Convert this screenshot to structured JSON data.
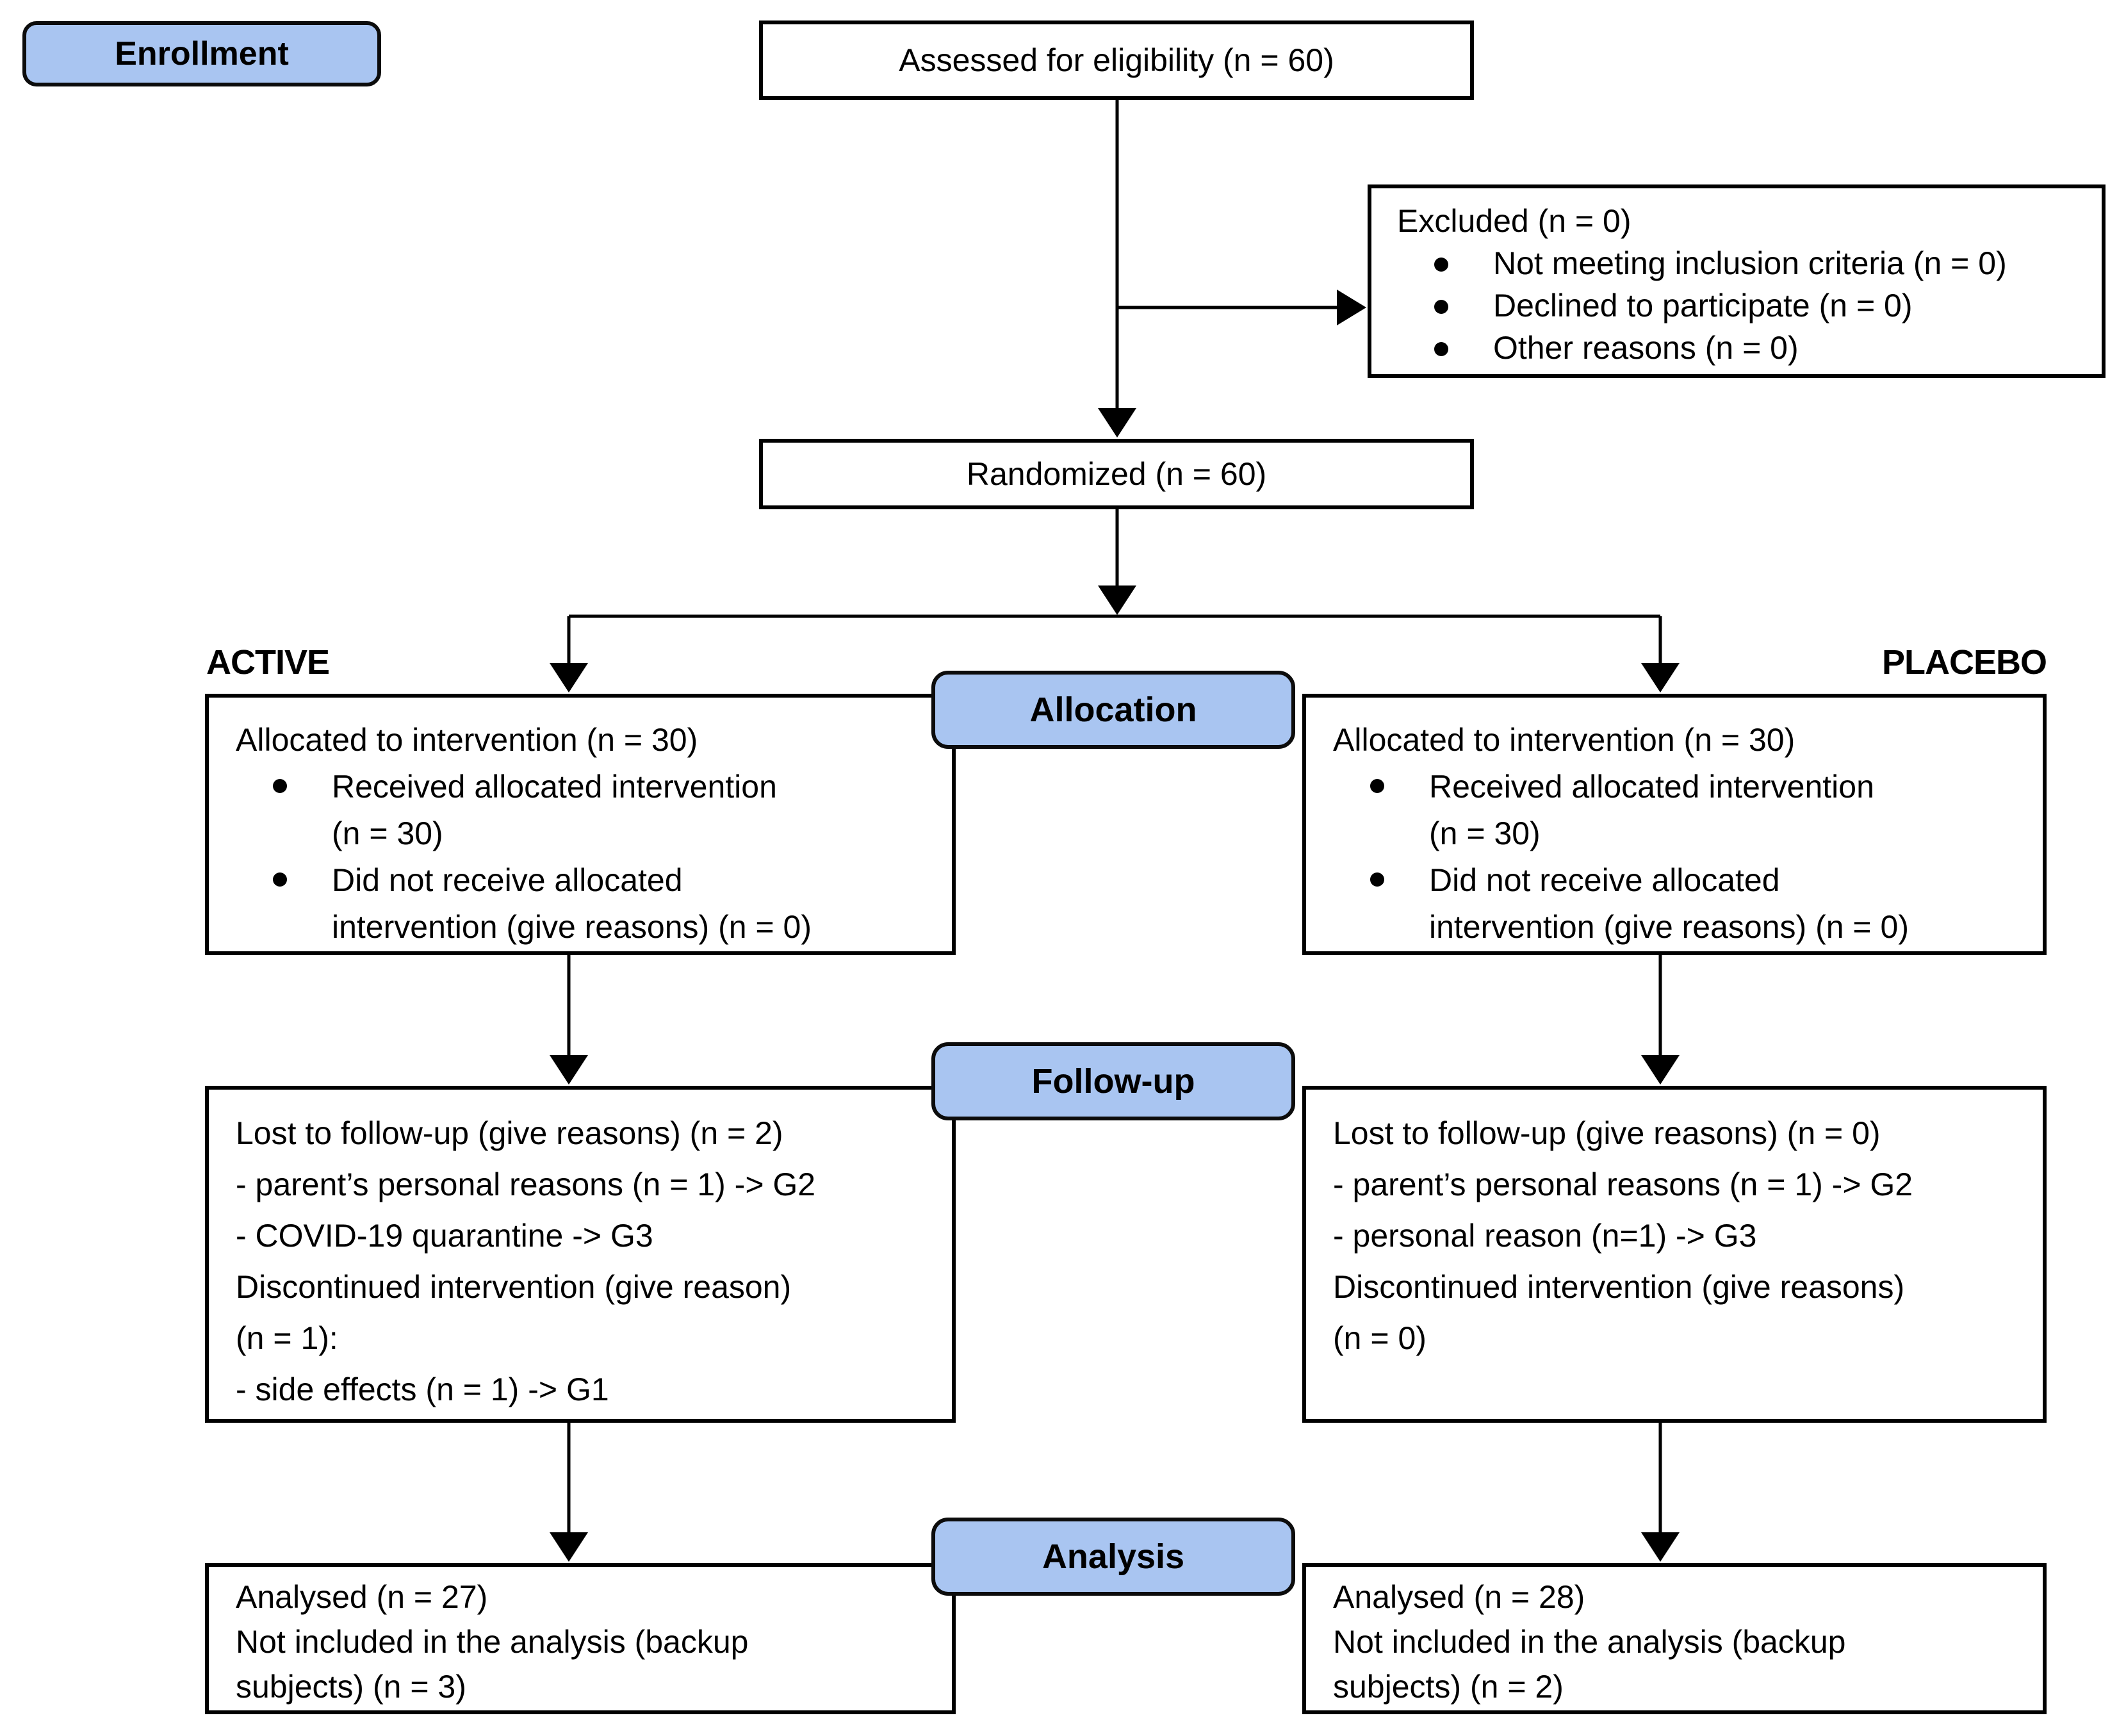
{
  "colors": {
    "badge_fill": "#a9c5f1",
    "border": "#000000",
    "background": "#ffffff"
  },
  "enrollment": {
    "label": "Enrollment"
  },
  "assessed": {
    "text": "Assessed for eligibility (n = 60)"
  },
  "excluded": {
    "title": "Excluded (n = 0)",
    "items": [
      "Not meeting inclusion criteria (n = 0)",
      "Declined to participate (n = 0)",
      "Other reasons (n = 0)"
    ]
  },
  "randomized": {
    "text": "Randomized (n = 60)"
  },
  "arms": {
    "left": "ACTIVE",
    "right": "PLACEBO"
  },
  "stages": {
    "allocation": "Allocation",
    "followup": "Follow-up",
    "analysis": "Analysis"
  },
  "allocation": {
    "left": {
      "title": "Allocated to intervention (n = 30)",
      "items": [
        [
          "Received allocated intervention",
          "(n = 30)"
        ],
        [
          "Did not receive allocated",
          "intervention (give reasons) (n = 0)"
        ]
      ]
    },
    "right": {
      "title": "Allocated to intervention (n = 30)",
      "items": [
        [
          "Received allocated intervention",
          "(n = 30)"
        ],
        [
          "Did not receive allocated",
          "intervention (give reasons) (n = 0)"
        ]
      ]
    }
  },
  "followup": {
    "left": {
      "lines": [
        "Lost to follow-up (give reasons) (n = 2)",
        "- parent’s personal reasons (n = 1) -> G2",
        "- COVID-19 quarantine -> G3",
        "Discontinued intervention (give reason)",
        "(n = 1):",
        "- side effects (n = 1) -> G1"
      ]
    },
    "right": {
      "lines": [
        "Lost to follow-up (give reasons) (n = 0)",
        "- parent’s personal reasons (n = 1) -> G2",
        "- personal reason (n=1) -> G3",
        "Discontinued intervention (give reasons)",
        "(n = 0)"
      ]
    }
  },
  "analysis": {
    "left": {
      "lines": [
        "Analysed (n = 27)",
        "Not included in the analysis (backup",
        "subjects) (n = 3)"
      ]
    },
    "right": {
      "lines": [
        "Analysed (n = 28)",
        "Not included in the analysis (backup",
        "subjects) (n = 2)"
      ]
    }
  }
}
